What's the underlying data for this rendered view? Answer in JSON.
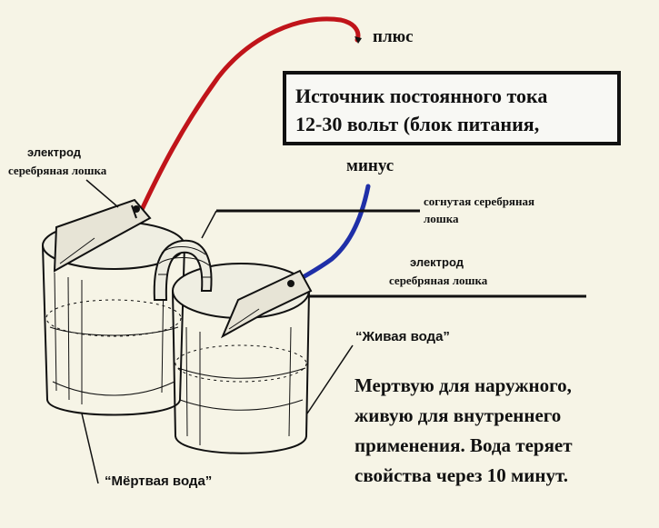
{
  "labels": {
    "plus": "плюс",
    "minus": "минус",
    "source_line1": "Источник постоянного тока",
    "source_line2": "12-30 вольт (блок питания,",
    "electrode_left_title": "электрод",
    "electrode_left_sub": "серебряная лошка",
    "bent_spoon_line1": "согнутая серебряная",
    "bent_spoon_line2": "лошка",
    "electrode_right_title": "электрод",
    "electrode_right_sub": "серебряная лошка",
    "live_water": "“Живая вода”",
    "dead_water": "“Мёртвая вода”",
    "note_line1": "Мертвую для наружного,",
    "note_line2": "живую для внутреннего",
    "note_line3": "применения. Вода теряет",
    "note_line4": "свойства через 10 минут."
  },
  "colors": {
    "plus_wire": "#c0141a",
    "minus_wire": "#1f2fa8",
    "ink": "#111111",
    "background": "#f6f4e6"
  }
}
